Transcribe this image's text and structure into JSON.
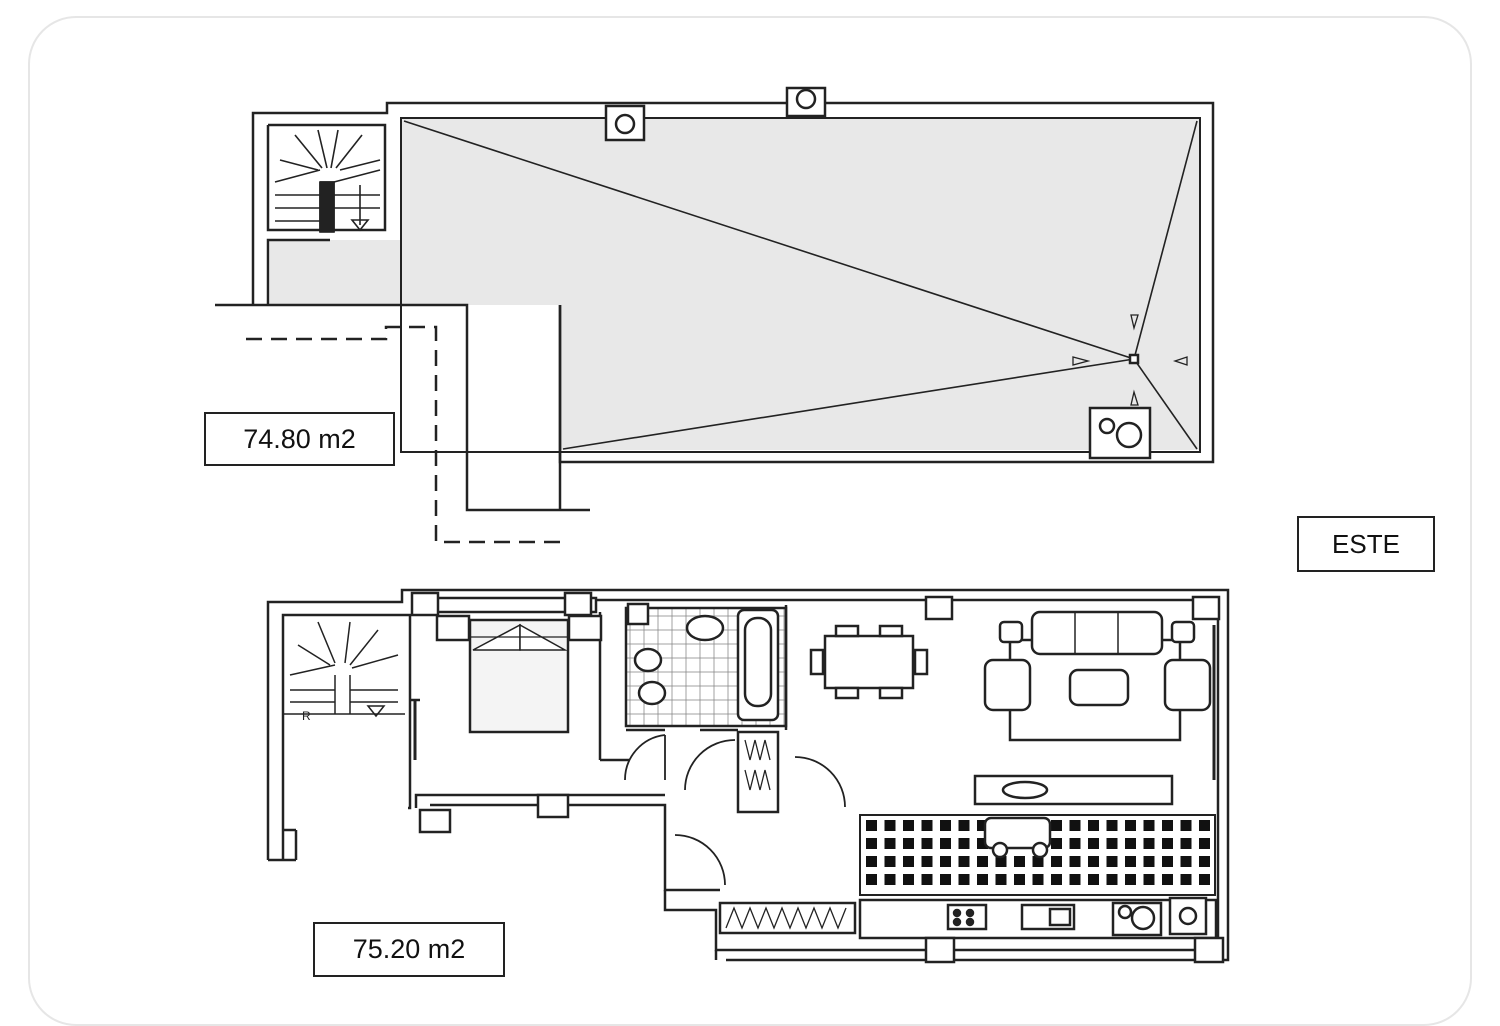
{
  "labels": {
    "upper_area": "74.80 m2",
    "lower_area": "75.20 m2",
    "orientation": "ESTE"
  },
  "colors": {
    "line": "#222222",
    "terrace_fill": "#e8e8e8",
    "kitchen_tile": "#111111",
    "card_border": "#e6e6e6"
  }
}
